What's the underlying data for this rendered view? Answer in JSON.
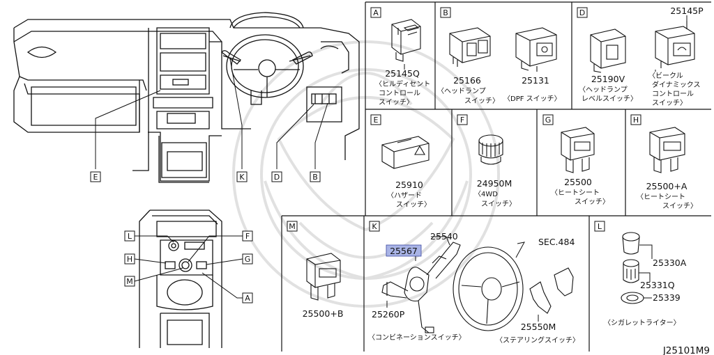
{
  "diagram_code": "J25101M9",
  "callouts": {
    "overview": [
      "E",
      "K",
      "D",
      "B"
    ],
    "console": [
      "L",
      "H",
      "M",
      "F",
      "G",
      "A"
    ]
  },
  "panels": [
    {
      "id": "A",
      "parts": [
        {
          "no": "25145Q",
          "desc": [
            "〈ヒルディセント",
            "コントロール",
            "スイッチ〉"
          ]
        }
      ]
    },
    {
      "id": "B",
      "parts": [
        {
          "no": "25166",
          "desc": [
            "〈ヘッドランプ",
            "スイッチ〉"
          ]
        },
        {
          "no": "25131",
          "desc": [
            "〈DPF スイッチ〉"
          ]
        }
      ]
    },
    {
      "id": "D",
      "parts": [
        {
          "no": "25190V",
          "desc": [
            "〈ヘッドランプ",
            "レベルスイッチ〉"
          ]
        },
        {
          "no": "25145P",
          "desc": [
            "〈ビークル",
            "ダイナミックス",
            "コントロール",
            "スイッチ〉"
          ]
        }
      ]
    },
    {
      "id": "E",
      "parts": [
        {
          "no": "25910",
          "desc": [
            "〈ハザード",
            "スイッチ〉"
          ]
        }
      ]
    },
    {
      "id": "F",
      "parts": [
        {
          "no": "24950M",
          "desc": [
            "〈4WD",
            "スイッチ〉"
          ]
        }
      ]
    },
    {
      "id": "G",
      "parts": [
        {
          "no": "25500",
          "desc": [
            "〈ヒートシート",
            "スイッチ〉"
          ]
        }
      ]
    },
    {
      "id": "H",
      "parts": [
        {
          "no": "25500+A",
          "desc": [
            "〈ヒートシート",
            "スイッチ〉"
          ]
        }
      ]
    },
    {
      "id": "M",
      "parts": [
        {
          "no": "25500+B",
          "desc": []
        }
      ]
    },
    {
      "id": "K",
      "parts": [
        {
          "no": "25540",
          "desc": []
        },
        {
          "no": "25567",
          "desc": [],
          "highlighted": true
        },
        {
          "no": "25260P",
          "desc": []
        },
        {
          "no": "SEC.484",
          "desc": []
        },
        {
          "no": "25550M",
          "desc": [
            "〈ステアリングスイッチ〉"
          ]
        }
      ],
      "caption": "〈コンビネーションスイッチ〉"
    },
    {
      "id": "L",
      "parts": [
        {
          "no": "25330A",
          "desc": []
        },
        {
          "no": "25331Q",
          "desc": []
        },
        {
          "no": "25339",
          "desc": []
        }
      ],
      "caption": "〈シガレットライター〉"
    }
  ],
  "colors": {
    "line": "#111111",
    "highlight": "#a9b4e6",
    "watermark": "#c9c9c9"
  }
}
